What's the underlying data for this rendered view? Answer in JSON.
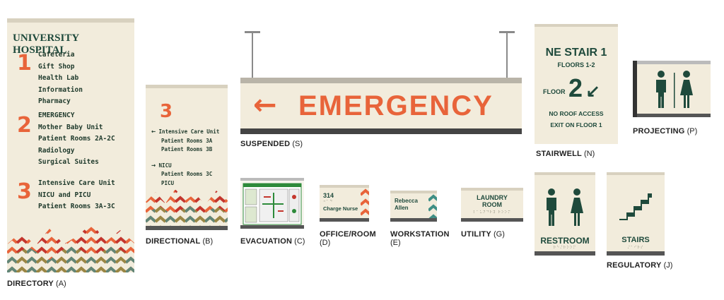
{
  "directory": {
    "title": "UNIVERSITY HOSPITAL",
    "groups": [
      {
        "num": "1",
        "items": [
          "Cafeteria",
          "Gift Shop",
          "Health Lab",
          "Information",
          "Pharmacy"
        ]
      },
      {
        "num": "2",
        "items": [
          "EMERGENCY",
          "Mother Baby Unit",
          "Patient Rooms 2A-2C",
          "Radiology",
          "Surgical Suites"
        ]
      },
      {
        "num": "3",
        "items": [
          "Intensive Care Unit",
          "NICU and PICU",
          "Patient Rooms 3A-3C"
        ]
      }
    ],
    "caption": {
      "name": "DIRECTORY",
      "code": "(A)"
    }
  },
  "directional": {
    "num": "3",
    "group1": {
      "arrow": "←",
      "lines": [
        "Intensive Care Unit",
        "Patient Rooms 3A",
        "Patient Rooms 3B"
      ]
    },
    "group2": {
      "arrow": "→",
      "lines": [
        "NICU",
        "Patient Rooms 3C",
        "PICU"
      ]
    },
    "caption": {
      "name": "DIRECTIONAL",
      "code": "(B)"
    }
  },
  "suspended": {
    "arrow": "←",
    "text": "EMERGENCY",
    "caption": {
      "name": "SUSPENDED",
      "code": "(S)"
    }
  },
  "stairwell": {
    "title": "NE STAIR 1",
    "floors": "FLOORS 1-2",
    "floor_label": "FLOOR",
    "floor_num": "2",
    "arrow": "↙",
    "line1": "NO ROOF ACCESS",
    "line2": "EXIT ON FLOOR 1",
    "caption": {
      "name": "STAIRWELL",
      "code": "(N)"
    }
  },
  "projecting": {
    "caption": {
      "name": "PROJECTING",
      "code": "(P)"
    }
  },
  "evacuation": {
    "caption": {
      "name": "EVACUATION",
      "code": "(C)"
    }
  },
  "office": {
    "room": "314",
    "title": "Charge Nurse",
    "caption": {
      "name": "OFFICE/ROOM",
      "code": "(D)"
    }
  },
  "workstation": {
    "line1": "Rebecca",
    "line2": "Allen",
    "caption": {
      "name": "WORKSTATION",
      "code": "(E)"
    }
  },
  "utility": {
    "line1": "LAUNDRY",
    "line2": "ROOM",
    "caption": {
      "name": "UTILITY",
      "code": "(G)"
    }
  },
  "restroom": {
    "label": "RESTROOM"
  },
  "stairs": {
    "label": "STAIRS"
  },
  "regulatory": {
    "caption": {
      "name": "REGULATORY",
      "code": "(J)"
    }
  },
  "colors": {
    "panel": "#f2ecdc",
    "green": "#1f4a3c",
    "orange": "#e8643a",
    "red": "#c4362d",
    "teal": "#3f8f86"
  }
}
